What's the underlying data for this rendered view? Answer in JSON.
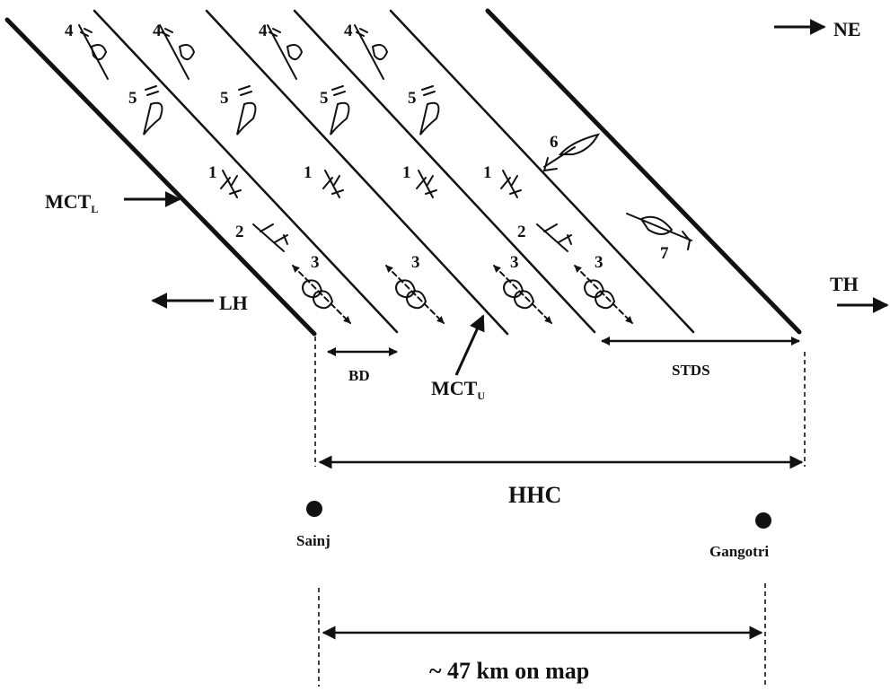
{
  "labels": {
    "ne": "NE",
    "th": "TH",
    "lh": "LH",
    "mct_l_main": "MCT",
    "mct_l_sub": "L",
    "mct_u_main": "MCT",
    "mct_u_sub": "U",
    "bd": "BD",
    "stds": "STDS",
    "hhc": "HHC",
    "sainj": "Sainj",
    "gangotri": "Gangotri",
    "distance": "~ 47 km on map"
  },
  "structure_numbers": {
    "n1": "1",
    "n2": "2",
    "n3": "3",
    "n4": "4",
    "n5": "5",
    "n6": "6",
    "n7": "7"
  }
}
